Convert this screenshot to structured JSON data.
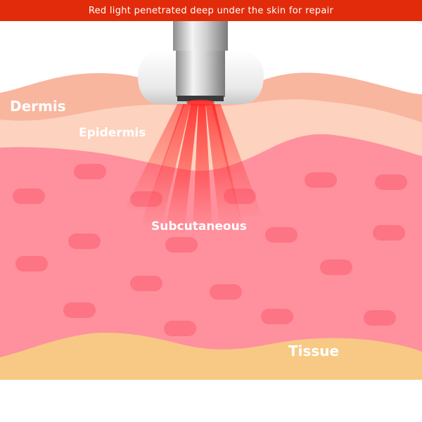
{
  "banner": {
    "text": "Red light penetrated deep under the skin for repair"
  },
  "labels": {
    "dermis": "Dermis",
    "epidermis": "Epidermis",
    "subcutaneous": "Subcutaneous",
    "tissue": "Tissue"
  },
  "colors": {
    "banner": "#e22b0b",
    "dermis": "#f8b69e",
    "epidermis": "#fdd2be",
    "subcutaneous": "#fe919d",
    "cells": "#fd6f80",
    "tissue": "#f7c985",
    "beam": "#ff1a1a"
  },
  "icons": {
    "device": "light-device-icon"
  }
}
